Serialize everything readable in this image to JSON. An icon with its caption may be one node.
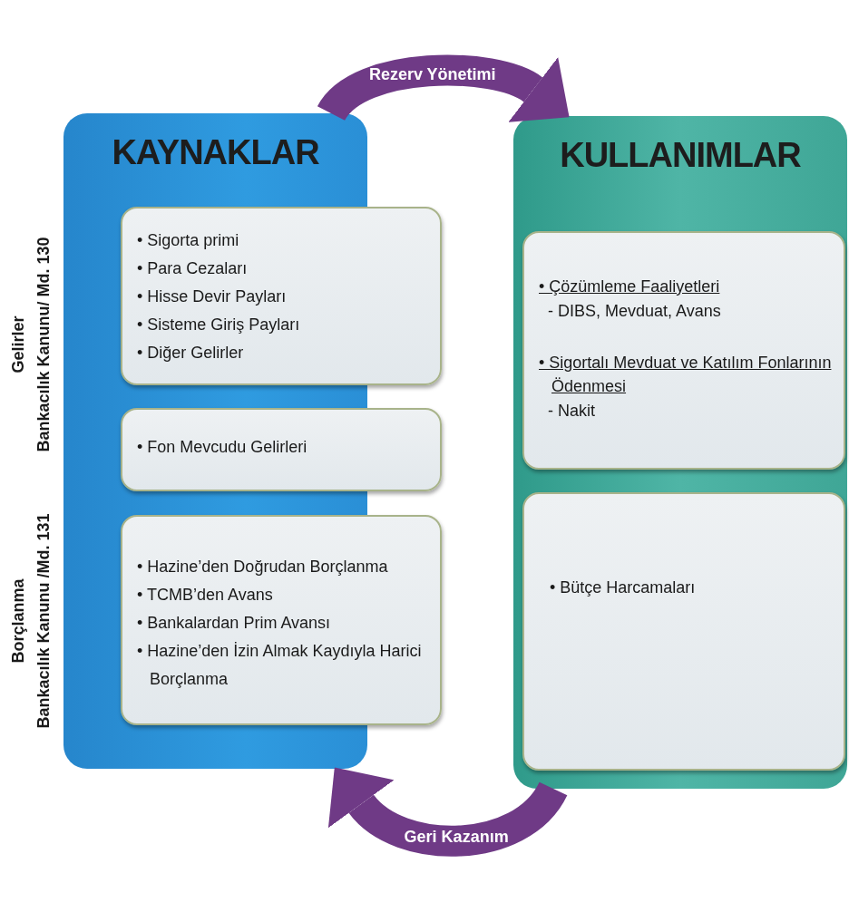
{
  "diagram": {
    "nodes": [
      {
        "text": [
          "KAYNAKLAR"
        ]
      },
      {
        "text": [
          "• Sigorta primi",
          "• Para Cezaları",
          "• Hisse Devir Payları",
          "• Sisteme Giriş Payları",
          "• Diğer Gelirler"
        ]
      },
      {
        "text": [
          "• Fon Mevcudu Gelirleri"
        ]
      },
      {
        "text": [
          "• Hazine’den Doğrudan Borçlanma",
          "• TCMB’den Avans",
          "• Bankalardan Prim Avansı",
          "• Hazine’den İzin Almak Kaydıyla Harici Borçlanma"
        ]
      },
      {
        "text": [
          "KULLANIMLAR"
        ]
      },
      {
        "text": [
          "• Çözümleme Faaliyetleri",
          "- DIBS, Mevduat, Avans",
          "• Sigortalı Mevduat ve Katılım Fonlarının Ödenmesi",
          "- Nakit"
        ],
        "in": 4
      },
      {
        "text": [
          "• Bütçe Harcamaları"
        ],
        "in": 4
      }
    ],
    "edges": [
      {
        "from": 0,
        "to": 4,
        "arrow": "to",
        "label": "Rezerv Yönetimi"
      },
      {
        "from": 4,
        "to": 0,
        "arrow": "to",
        "label": "Geri Kazanım"
      }
    ],
    "labels": [
      "Gelirler",
      "Bankacılık Kanunu/ Md. 130",
      "Borçlanma",
      "Bankacılık Kanunu /Md. 131"
    ]
  }
}
